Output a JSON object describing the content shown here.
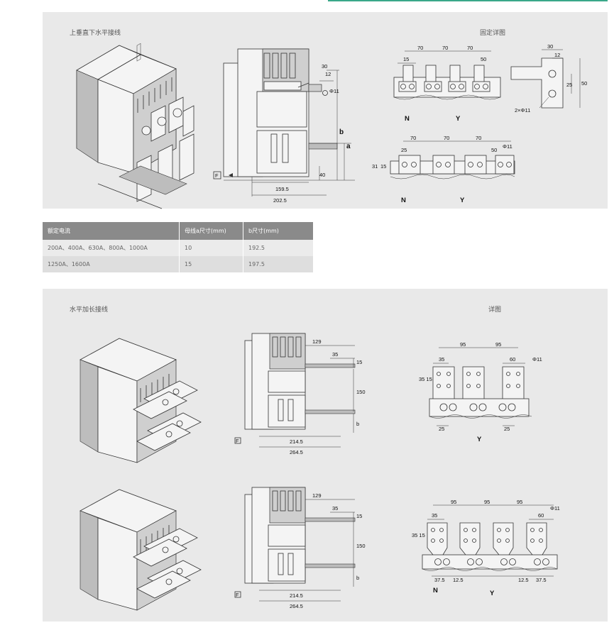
{
  "section1": {
    "title": "上垂直下水平接线",
    "detail_title": "固定详图",
    "side_view": {
      "d_30": "30",
      "d_12": "12",
      "d_phi11": "Φ11",
      "d_b": "b",
      "d_a": "a",
      "d_40": "40",
      "d_159_5": "159.5",
      "d_202_5": "202.5",
      "f_mark": "F"
    },
    "detail_top": {
      "d_15": "15",
      "d_70a": "70",
      "d_70b": "70",
      "d_70c": "70",
      "d_50": "50",
      "label_n": "N",
      "label_y": "Y"
    },
    "detail_side": {
      "d_30": "30",
      "d_12": "12",
      "d_25": "25",
      "d_50": "50",
      "d_hole": "2×Φ11"
    },
    "detail_bottom": {
      "d_70a": "70",
      "d_70b": "70",
      "d_70c": "70",
      "d_25": "25",
      "d_50": "50",
      "d_phi11": "Φ11",
      "d_31": "31",
      "d_15": "15",
      "label_n": "N",
      "label_y": "Y"
    }
  },
  "table": {
    "headers": [
      "额定电流",
      "母线a尺寸(mm)",
      "b尺寸(mm)"
    ],
    "rows": [
      [
        "200A、400A、630A、800A、1000A",
        "10",
        "192.5"
      ],
      [
        "1250A、1600A",
        "15",
        "197.5"
      ]
    ]
  },
  "section2": {
    "title": "水平加长接线",
    "detail_title": "详图",
    "side_view_1": {
      "d_129": "129",
      "d_35": "35",
      "d_15": "15",
      "d_150": "150",
      "d_b": "b",
      "d_214_5": "214.5",
      "d_264_5": "264.5",
      "f_mark": "F"
    },
    "detail_1": {
      "d_95a": "95",
      "d_95b": "95",
      "d_35": "35",
      "d_60": "60",
      "d_phi11": "Φ11",
      "d_35_15": "35 15",
      "d_25a": "25",
      "d_25b": "25",
      "label_y": "Y"
    },
    "side_view_2": {
      "d_129": "129",
      "d_35": "35",
      "d_15": "15",
      "d_150": "150",
      "d_b": "b",
      "d_214_5": "214.5",
      "d_264_5": "264.5",
      "f_mark": "F"
    },
    "detail_2": {
      "d_95a": "95",
      "d_95b": "95",
      "d_95c": "95",
      "d_35": "35",
      "d_60": "60",
      "d_phi11": "Φ11",
      "d_35_15": "35 15",
      "d_37_5a": "37.5",
      "d_12_5a": "12.5",
      "d_12_5b": "12.5",
      "d_37_5b": "37.5",
      "label_n": "N",
      "label_y": "Y"
    }
  }
}
